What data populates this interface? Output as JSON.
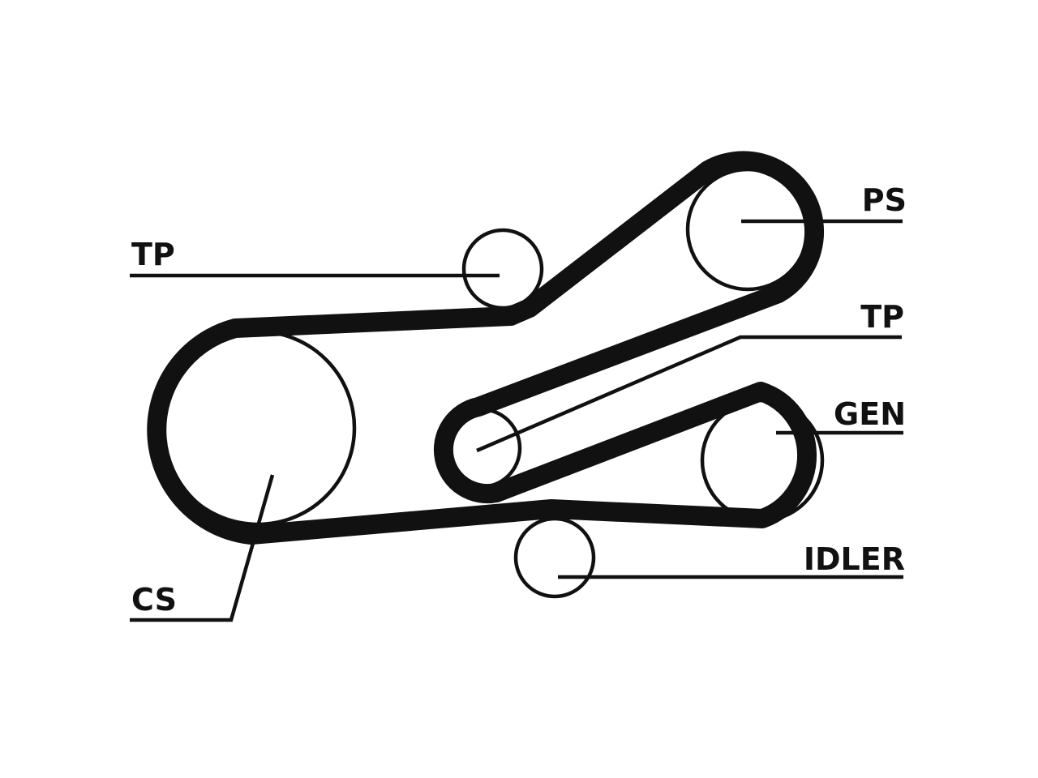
{
  "labels": {
    "tp_upper": "TP",
    "ps": "PS",
    "tp_lower": "TP",
    "gen": "GEN",
    "idler": "IDLER",
    "cs": "CS"
  },
  "colors": {
    "line": "#111111",
    "background": "#ffffff"
  }
}
